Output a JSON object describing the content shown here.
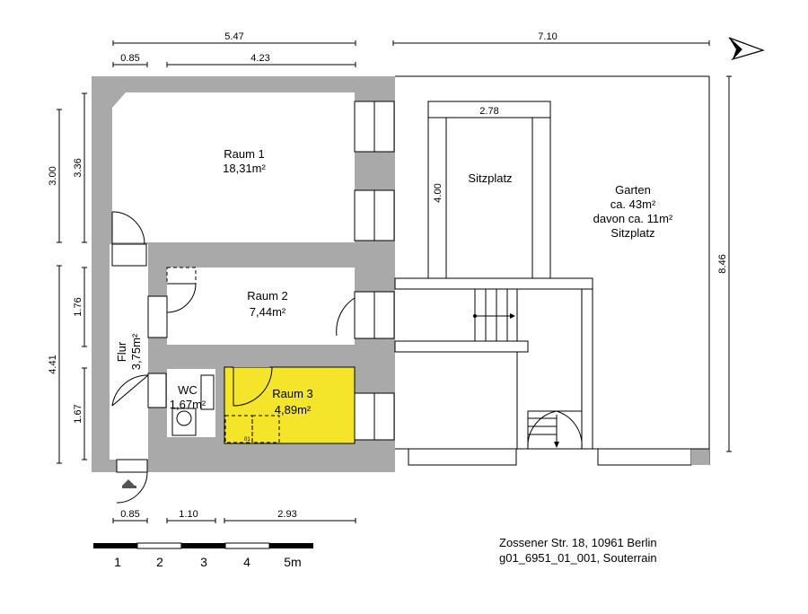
{
  "dimensions": {
    "top_left_total": "5.47",
    "top_left_a": "0.85",
    "top_left_b": "4.23",
    "top_right_total": "7.10",
    "left_upper_total": "3.00",
    "left_upper_inner": "3.36",
    "left_lower_a": "1.76",
    "left_lower_total": "4.41",
    "left_lower_b": "1.67",
    "bottom_a": "0.85",
    "bottom_b": "1.10",
    "bottom_c": "2.93",
    "sitzplatz_width": "2.78",
    "sitzplatz_depth": "4.00",
    "garden_depth": "8.46"
  },
  "rooms": {
    "raum1": {
      "name": "Raum 1",
      "area": "18,31m²"
    },
    "raum2": {
      "name": "Raum 2",
      "area": "7,44m²"
    },
    "raum3": {
      "name": "Raum 3",
      "area": "4,89m²"
    },
    "wc": {
      "name": "WC",
      "area": "1,67m²"
    },
    "flur": {
      "name": "Flur",
      "area": "3,75m²"
    },
    "sitzplatz": {
      "name": "Sitzplatz"
    },
    "garten": {
      "line1": "Garten",
      "line2": "ca. 43m²",
      "line3": "davon ca. 11m²",
      "line4": "Sitzplatz"
    }
  },
  "highlight_color": "#f5e52a",
  "scale_bar": {
    "labels": [
      "1",
      "2",
      "3",
      "4",
      "5m"
    ]
  },
  "address": {
    "line1": "Zossener Str.  18, 10961 Berlin",
    "line2": "g01_6951_01_001, Souterrain"
  }
}
